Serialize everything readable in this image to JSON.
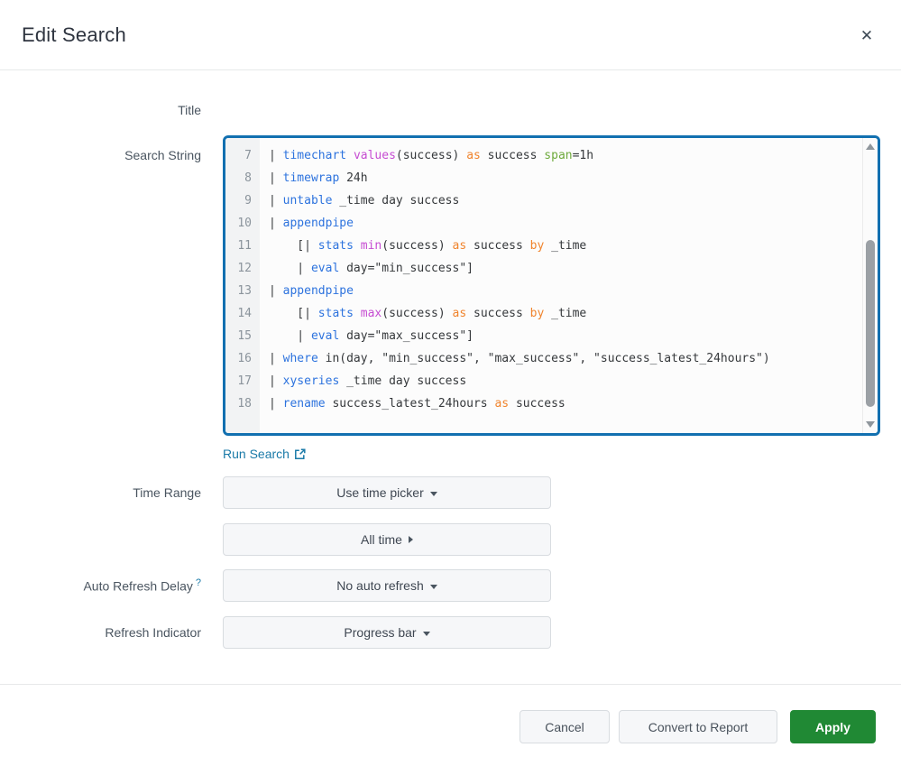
{
  "dialog": {
    "title": "Edit Search",
    "close_glyph": "✕"
  },
  "fields": {
    "title_label": "Title",
    "title_value": "",
    "search_string_label": "Search String",
    "time_range_label": "Time Range",
    "auto_refresh_label": "Auto Refresh Delay",
    "auto_refresh_help": "?",
    "refresh_indicator_label": "Refresh Indicator"
  },
  "editor": {
    "lines": [
      {
        "n": 7,
        "tokens": [
          [
            "t",
            "| "
          ],
          [
            "cmd",
            "timechart"
          ],
          [
            "t",
            " "
          ],
          [
            "fn",
            "values"
          ],
          [
            "t",
            "(success) "
          ],
          [
            "kw",
            "as"
          ],
          [
            "t",
            " success "
          ],
          [
            "mod",
            "span"
          ],
          [
            "t",
            "=1h"
          ]
        ]
      },
      {
        "n": 8,
        "tokens": [
          [
            "t",
            "| "
          ],
          [
            "cmd",
            "timewrap"
          ],
          [
            "t",
            " 24h"
          ]
        ]
      },
      {
        "n": 9,
        "tokens": [
          [
            "t",
            "| "
          ],
          [
            "cmd",
            "untable"
          ],
          [
            "t",
            " _time day success"
          ]
        ]
      },
      {
        "n": 10,
        "tokens": [
          [
            "t",
            "| "
          ],
          [
            "cmd",
            "appendpipe"
          ]
        ]
      },
      {
        "n": 11,
        "tokens": [
          [
            "t",
            "    [| "
          ],
          [
            "cmd",
            "stats"
          ],
          [
            "t",
            " "
          ],
          [
            "fn",
            "min"
          ],
          [
            "t",
            "(success) "
          ],
          [
            "kw",
            "as"
          ],
          [
            "t",
            " success "
          ],
          [
            "kw",
            "by"
          ],
          [
            "t",
            " _time"
          ]
        ]
      },
      {
        "n": 12,
        "tokens": [
          [
            "t",
            "    | "
          ],
          [
            "cmd",
            "eval"
          ],
          [
            "t",
            " day=\"min_success\"]"
          ]
        ]
      },
      {
        "n": 13,
        "tokens": [
          [
            "t",
            "| "
          ],
          [
            "cmd",
            "appendpipe"
          ]
        ]
      },
      {
        "n": 14,
        "tokens": [
          [
            "t",
            "    [| "
          ],
          [
            "cmd",
            "stats"
          ],
          [
            "t",
            " "
          ],
          [
            "fn",
            "max"
          ],
          [
            "t",
            "(success) "
          ],
          [
            "kw",
            "as"
          ],
          [
            "t",
            " success "
          ],
          [
            "kw",
            "by"
          ],
          [
            "t",
            " _time"
          ]
        ]
      },
      {
        "n": 15,
        "tokens": [
          [
            "t",
            "    | "
          ],
          [
            "cmd",
            "eval"
          ],
          [
            "t",
            " day=\"max_success\"]"
          ]
        ]
      },
      {
        "n": 16,
        "tokens": [
          [
            "t",
            "| "
          ],
          [
            "cmd",
            "where"
          ],
          [
            "t",
            " in(day, \"min_success\", \"max_success\", \"success_latest_24hours\")"
          ]
        ]
      },
      {
        "n": 17,
        "tokens": [
          [
            "t",
            "| "
          ],
          [
            "cmd",
            "xyseries"
          ],
          [
            "t",
            " _time day success"
          ]
        ]
      },
      {
        "n": 18,
        "tokens": [
          [
            "t",
            "| "
          ],
          [
            "cmd",
            "rename"
          ],
          [
            "t",
            " success_latest_24hours "
          ],
          [
            "kw",
            "as"
          ],
          [
            "t",
            " success"
          ]
        ]
      }
    ]
  },
  "run_search": {
    "label": "Run Search"
  },
  "controls": {
    "time_picker": "Use time picker",
    "all_time": "All time",
    "auto_refresh": "No auto refresh",
    "refresh_indicator": "Progress bar"
  },
  "footer": {
    "cancel": "Cancel",
    "convert": "Convert to Report",
    "apply": "Apply"
  },
  "colors": {
    "focus_border": "#1270b0",
    "link": "#1a7aa8",
    "apply_green": "#208934",
    "syntax_command": "#2d73de",
    "syntax_function": "#c64cd2",
    "syntax_keyword": "#f0842d",
    "syntax_modifier": "#6eaa3c"
  }
}
